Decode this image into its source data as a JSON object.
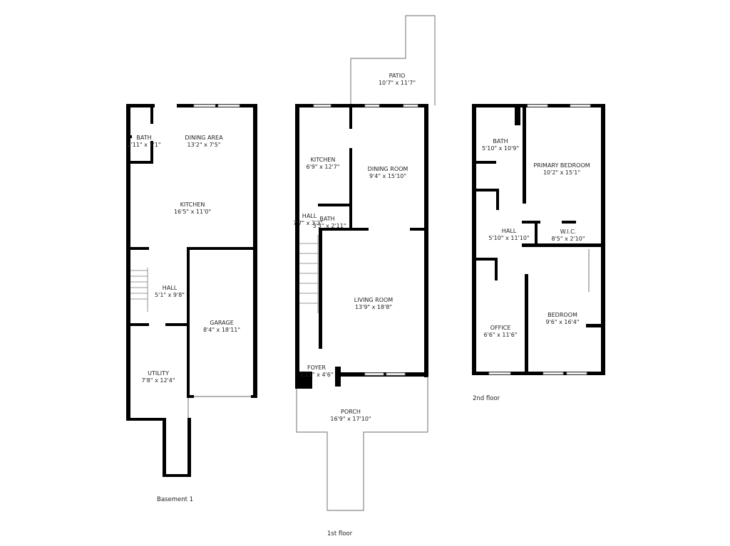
{
  "floors": [
    {
      "label": "Basement 1",
      "rooms": [
        {
          "name": "BATH",
          "dims": "2'11\" x 7'1\""
        },
        {
          "name": "DINING AREA",
          "dims": "13'2\" x 7'5\""
        },
        {
          "name": "KITCHEN",
          "dims": "16'5\" x 11'0\""
        },
        {
          "name": "HALL",
          "dims": "5'1\" x 9'8\""
        },
        {
          "name": "GARAGE",
          "dims": "8'4\" x 18'11\""
        },
        {
          "name": "UTILITY",
          "dims": "7'8\" x 12'4\""
        }
      ]
    },
    {
      "label": "1st floor",
      "rooms": [
        {
          "name": "PATIO",
          "dims": "10'7\" x 11'7\""
        },
        {
          "name": "KITCHEN",
          "dims": "6'9\" x 12'7\""
        },
        {
          "name": "DINING ROOM",
          "dims": "9'4\" x 15'10\""
        },
        {
          "name": "HALL",
          "dims": "7'7\" x 3'3\""
        },
        {
          "name": "BATH",
          "dims": "3'3\" x 2'11\""
        },
        {
          "name": "LIVING ROOM",
          "dims": "13'9\" x 18'8\""
        },
        {
          "name": "FOYER",
          "dims": "1'11\" x 4'6\""
        },
        {
          "name": "PORCH",
          "dims": "16'9\" x 17'10\""
        }
      ]
    },
    {
      "label": "2nd floor",
      "rooms": [
        {
          "name": "BATH",
          "dims": "5'10\" x 10'9\""
        },
        {
          "name": "PRIMARY BEDROOM",
          "dims": "10'2\" x 15'1\""
        },
        {
          "name": "HALL",
          "dims": "5'10\" x 11'10\""
        },
        {
          "name": "W.I.C.",
          "dims": "8'5\" x 2'10\""
        },
        {
          "name": "OFFICE",
          "dims": "6'6\" x 11'6\""
        },
        {
          "name": "BEDROOM",
          "dims": "9'6\" x 16'4\""
        }
      ]
    }
  ],
  "colors": {
    "wall": "#000000",
    "background": "#ffffff"
  }
}
